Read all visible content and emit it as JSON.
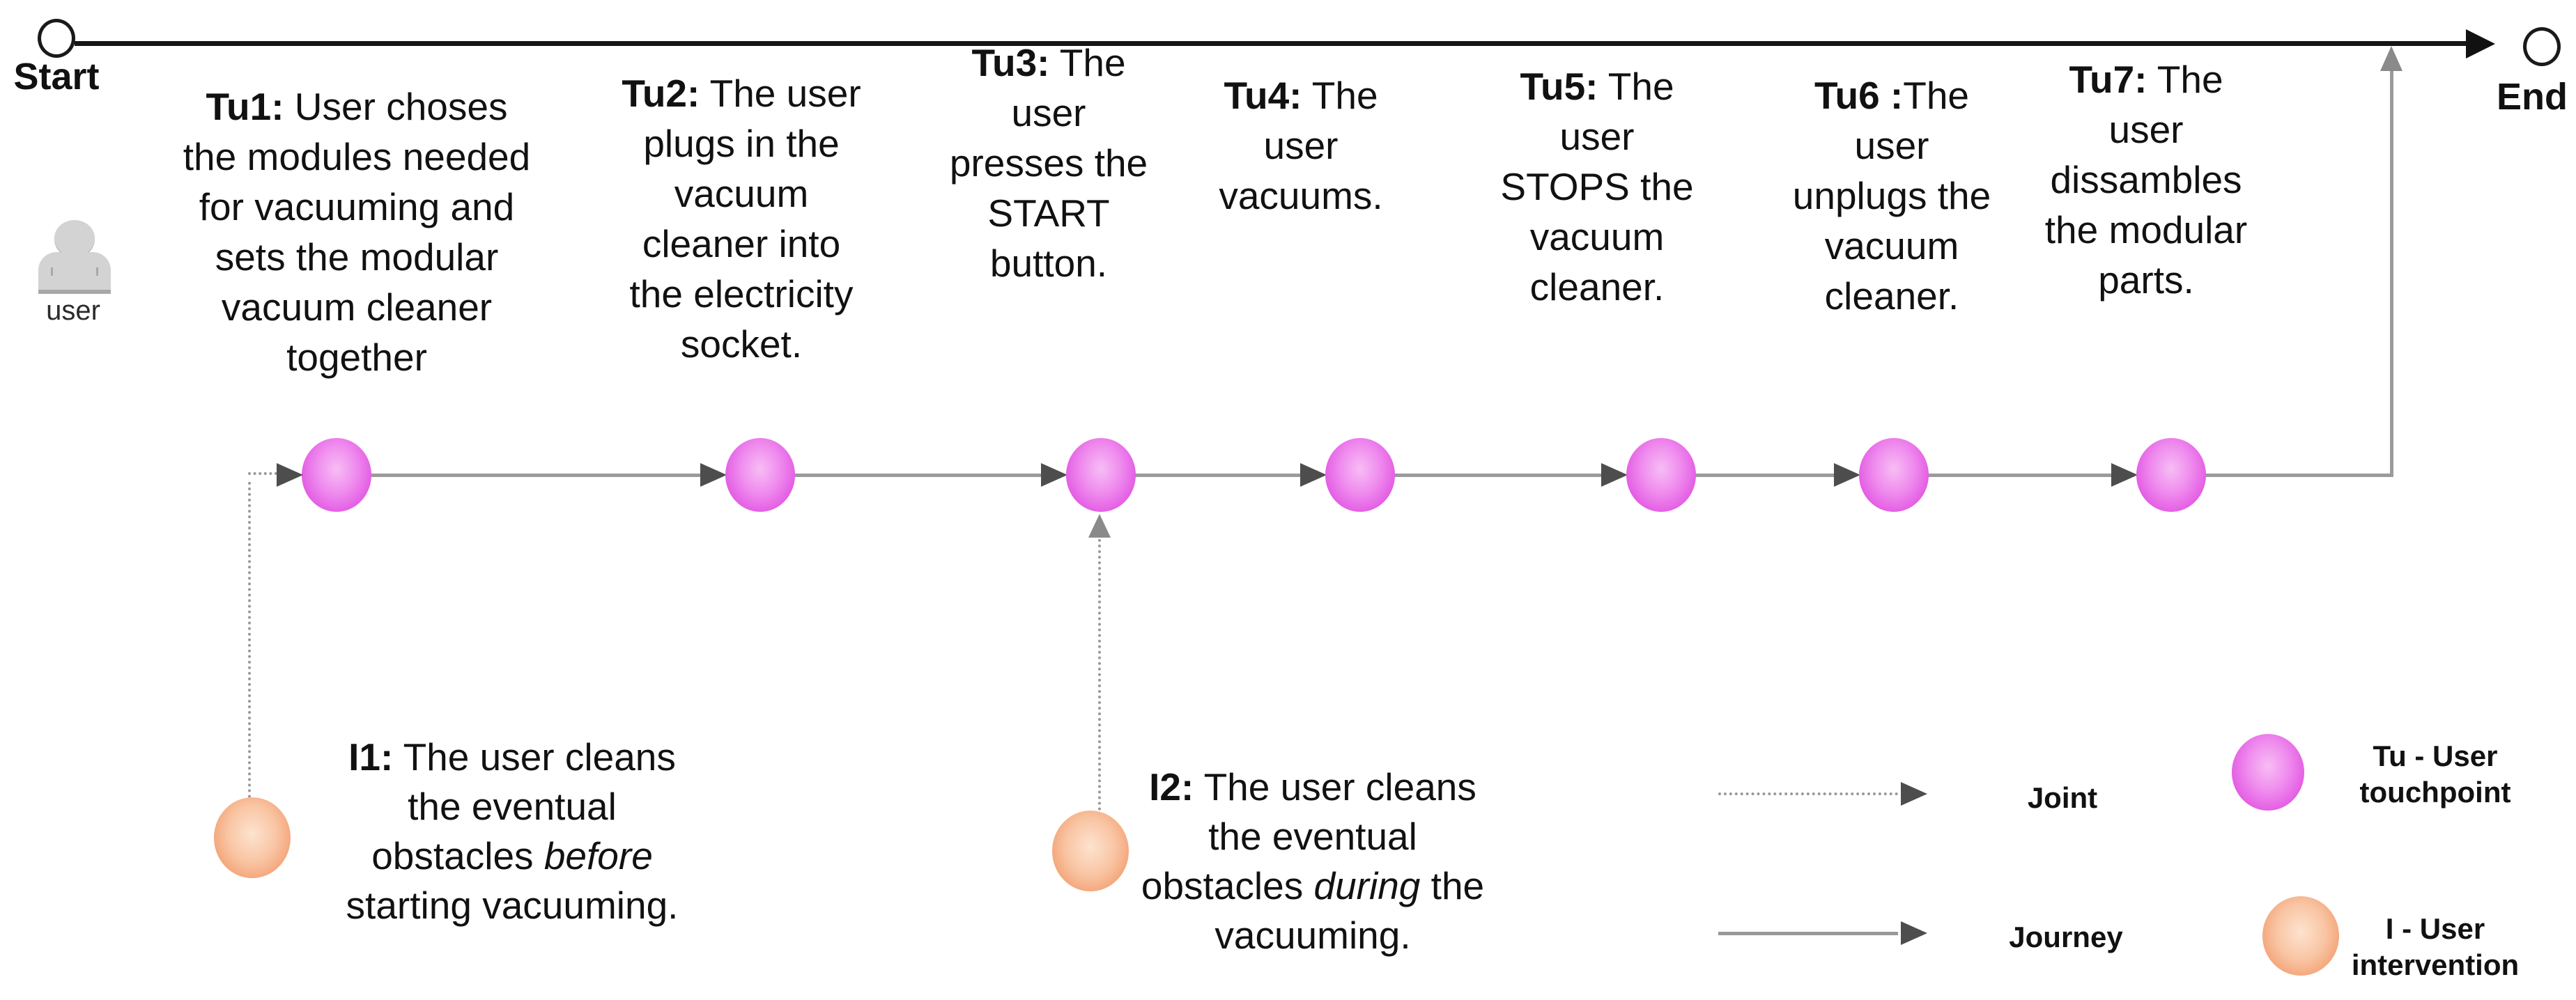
{
  "diagram": {
    "start_label": "Start",
    "end_label": "End",
    "actor": {
      "label": "user"
    },
    "touchpoints": [
      {
        "label": "Tu1:",
        "text": " User choses\nthe modules needed\nfor vacuuming and\nsets the modular\nvacuum cleaner\ntogether"
      },
      {
        "label": "Tu2:",
        "text": " The user\nplugs in the\nvacuum\ncleaner into\nthe electricity\nsocket."
      },
      {
        "label": "Tu3:",
        "text": " The\nuser\npresses the\nSTART\nbutton."
      },
      {
        "label": "Tu4:",
        "text": " The\nuser\nvacuums."
      },
      {
        "label": "Tu5:",
        "text": " The\nuser\nSTOPS the\nvacuum\ncleaner."
      },
      {
        "label": "Tu6 :",
        "text": "The\nuser\nunplugs the\nvacuum\ncleaner."
      },
      {
        "label": "Tu7:",
        "text": " The\nuser\ndissambles\nthe modular\nparts."
      }
    ],
    "interventions": [
      {
        "label": "I1:",
        "text_pre": " The user cleans\nthe eventual\nobstacles ",
        "italic": "before",
        "text_post": "\nstarting vacuuming."
      },
      {
        "label": "I2:",
        "text_pre": " The user cleans\nthe eventual\nobstacles ",
        "italic": "during",
        "text_post": " the\nvacuuming."
      }
    ],
    "legend": {
      "joint_label": "Joint",
      "journey_label": "Journey",
      "touchpoint_label": "Tu - User\ntouchpoint",
      "intervention_label": "I - User\nintervention"
    },
    "colors": {
      "touchpoint": "#da3eda",
      "touchpoint_light": "#f7bdf4",
      "intervention": "#ee8c5a",
      "intervention_light": "#fde3cf",
      "journey_line": "#9b9b9b",
      "arrowhead": "#4d4d4d",
      "timeline": "#161616"
    }
  }
}
